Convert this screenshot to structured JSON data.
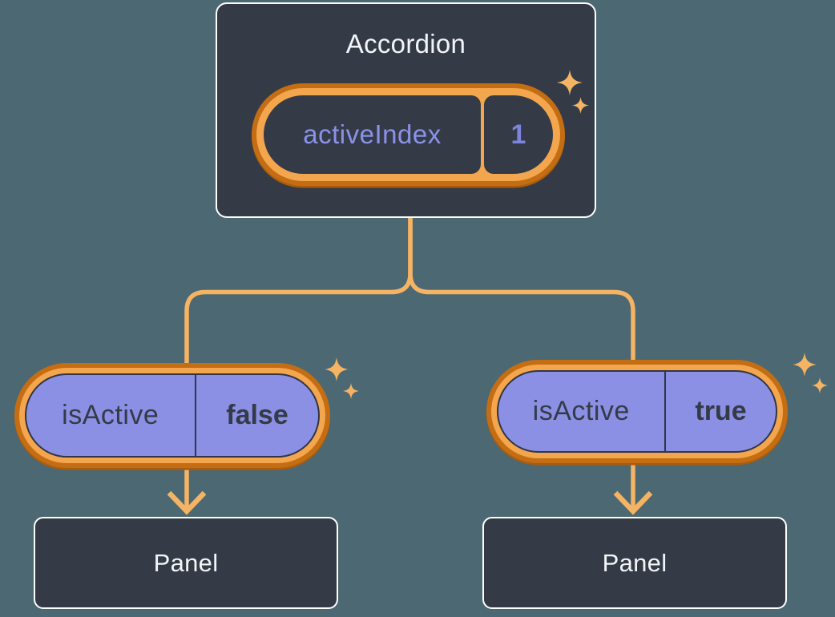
{
  "diagram_type": "component-tree-state-diagram",
  "root": {
    "title": "Accordion",
    "state": {
      "name": "activeIndex",
      "value": "1"
    }
  },
  "children": [
    {
      "prop_name": "isActive",
      "prop_value": "false",
      "panel_label": "Panel"
    },
    {
      "prop_name": "isActive",
      "prop_value": "true",
      "panel_label": "Panel"
    }
  ],
  "icons": {
    "sparkle": "four-point-star",
    "arrow": "down-arrow"
  },
  "colors": {
    "canvas_bg": "#4C6872",
    "node_bg": "#343B47",
    "node_border": "#ffffff",
    "node_text": "#F2F4F7",
    "ring_outer": "#C46D12",
    "ring_outer_dark": "#A85C10",
    "ring_inner": "#F3A64E",
    "connector": "#F5B364",
    "purple_fill": "#8B90E5",
    "purple_stroke": "#303644",
    "dark_text": "#343B47",
    "state_name_text": "#8A92EA",
    "state_value_text": "#7B85DE"
  }
}
